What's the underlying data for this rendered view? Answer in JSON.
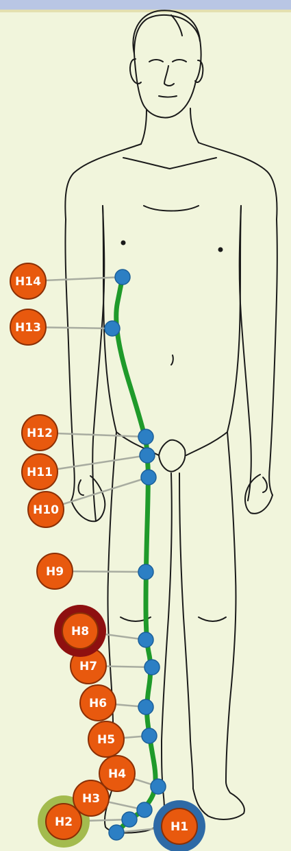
{
  "points": [
    {
      "id": "H1",
      "label": "H1",
      "style": "blue-ring"
    },
    {
      "id": "H2",
      "label": "H2",
      "style": "green-ring"
    },
    {
      "id": "H3",
      "label": "H3",
      "style": "plain"
    },
    {
      "id": "H4",
      "label": "H4",
      "style": "plain"
    },
    {
      "id": "H5",
      "label": "H5",
      "style": "plain"
    },
    {
      "id": "H6",
      "label": "H6",
      "style": "plain"
    },
    {
      "id": "H7",
      "label": "H7",
      "style": "plain"
    },
    {
      "id": "H8",
      "label": "H8",
      "style": "red-ring"
    },
    {
      "id": "H9",
      "label": "H9",
      "style": "plain"
    },
    {
      "id": "H10",
      "label": "H10",
      "style": "plain"
    },
    {
      "id": "H11",
      "label": "H11",
      "style": "plain"
    },
    {
      "id": "H12",
      "label": "H12",
      "style": "plain"
    },
    {
      "id": "H13",
      "label": "H13",
      "style": "plain"
    },
    {
      "id": "H14",
      "label": "H14",
      "style": "plain"
    }
  ],
  "colors": {
    "background": "#f1f5dc",
    "meridian": "#1f9a2a",
    "point_dot": "#2c7fc4",
    "badge_fill": "#e8590e",
    "badge_text": "#ffffff",
    "ring_blue": "#2e6aa6",
    "ring_green": "#a3bb4e",
    "ring_red": "#8e1010",
    "leader": "#a8aca0",
    "body_outline": "#1a1a1a"
  }
}
